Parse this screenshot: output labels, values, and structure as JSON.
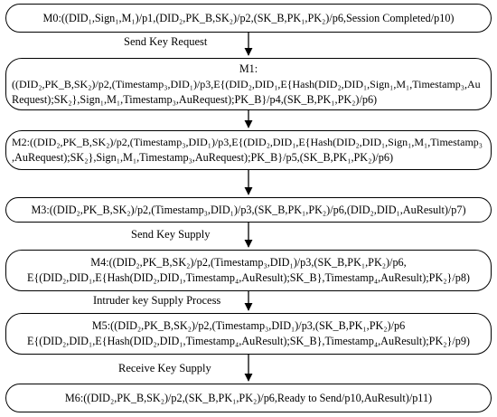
{
  "steps": [
    {
      "id": "M0",
      "lines": [
        "M0:((DID₁,Sign₁,M₁)/p1,(DID₂,PK_B,SK₂)/p2,(SK_B,PK₁,PK₂)/p6,Session Completed/p10)"
      ]
    },
    {
      "id": "M1",
      "lines": [
        "M1:",
        "((DID₂,PK_B,SK₂)/p2,(Timestamp₃,DID₁)/p3,E{(DID₂,DID₁,E{Hash(DID₂,DID₁,Sign₁,M₁,Timestamp₃,Au",
        "Request);SK₂},Sign₁,M₁,Timestamp₃,AuRequest);PK_B}/p4,(SK_B,PK₁,PK₂)/p6)"
      ]
    },
    {
      "id": "M2",
      "lines": [
        "M2:((DID₂,PK_B,SK₂)/p2,(Timestamp₃,DID₁)/p3,E{(DID₂,DID₁,E{Hash(DID₂,DID₁,Sign₁,M₁,Timestamp₃",
        ",AuRequest);SK₂},Sign₁,M₁,Timestamp₃,AuRequest);PK_B}/p5,(SK_B,PK₁,PK₂)/p6)"
      ]
    },
    {
      "id": "M3",
      "lines": [
        "M3:((DID₂,PK_B,SK₂)/p2,(Timestamp₃,DID₁)/p3,(SK_B,PK₁,PK₂)/p6,(DID₂,DID₁,AuResult)/p7)"
      ]
    },
    {
      "id": "M4",
      "lines": [
        "M4:((DID₂,PK_B,SK₂)/p2,(Timestamp₃,DID₁)/p3,(SK_B,PK₁,PK₂)/p6,",
        "E{(DID₂,DID₁,E{Hash(DID₂,DID₁,Timestamp₄,AuResult);SK_B},Timestamp₄,AuResult);PK₂}/p8)"
      ]
    },
    {
      "id": "M5",
      "lines": [
        "M5:((DID₂,PK_B,SK₂)/p2,(Timestamp₃,DID₁)/p3,(SK_B,PK₁,PK₂)/p6",
        "E{(DID₂,DID₁,E{Hash(DID₂,DID₁,Timestamp₄,AuResult);SK_B},Timestamp₄,AuResult);PK₂}/p9)"
      ]
    },
    {
      "id": "M6",
      "lines": [
        "M6:((DID₂,PK_B,SK₂)/p2,(SK_B,PK₁,PK₂)/p6,Ready to Send/p10,AuResult)/p11)"
      ]
    }
  ],
  "transitions": {
    "m0_m1": "Send Key Request",
    "m3_m4": "Send Key Supply",
    "m4_m5": "Intruder key Supply Process",
    "m5_m6": "Receive Key Supply"
  }
}
